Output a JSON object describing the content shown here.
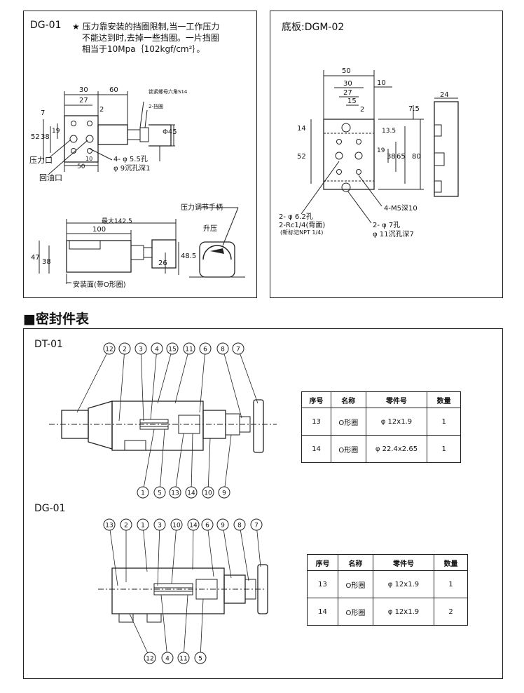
{
  "top_left": {
    "model": "DG-01",
    "note_lines": [
      "★ 压力靠安装的挡圈限制,当一工作压力",
      "不能达到时,去掉一些挡圈。一片挡圈",
      "相当于10Mpa｛102kgf/cm²｝。"
    ],
    "labels": {
      "lock_nut": "锁紧螺母六角S14",
      "retaining_ring": "2-挡圈",
      "holes": "4- φ 5.5孔",
      "counterbore": "φ 9沉孔深1",
      "pressure_port": "压力口",
      "return_port": "回油口",
      "handwheel": "压力调节手柄",
      "raise_pressure": "升压",
      "mount_face": "安装面(带O形圈)",
      "max_len": "最大142.5"
    },
    "dims": [
      "30",
      "60",
      "27",
      "2",
      "7",
      "19",
      "52",
      "38",
      "10",
      "50",
      "Φ45",
      "100",
      "47",
      "38",
      "26",
      "48.5"
    ]
  },
  "top_right": {
    "title": "底板:DGM-02",
    "dims": [
      "50",
      "30",
      "10",
      "27",
      "15",
      "2",
      "7.5",
      "14",
      "13.5",
      "52",
      "19",
      "38",
      "65",
      "80",
      "24"
    ],
    "labels": {
      "holes": "2- φ 6.2孔",
      "rc": "2-Rc1/4(背面)",
      "npt": "(新标记NPT 1/4)",
      "m5": "4-M5深10",
      "holes7": "2- φ 7孔",
      "cb11": "φ 11沉孔深7"
    }
  },
  "section_title": "■密封件表",
  "dt01": {
    "model": "DT-01",
    "balloons_top": [
      "12",
      "2",
      "3",
      "4",
      "15",
      "11",
      "6",
      "8",
      "7"
    ],
    "balloons_bottom": [
      "1",
      "5",
      "13",
      "14",
      "10",
      "9"
    ],
    "table": {
      "headers": [
        "序号",
        "名称",
        "零件号",
        "数量"
      ],
      "rows": [
        [
          "13",
          "O形圈",
          "φ 12x1.9",
          "1"
        ],
        [
          "14",
          "O形圈",
          "φ 22.4x2.65",
          "1"
        ]
      ]
    }
  },
  "dg01": {
    "model": "DG-01",
    "balloons_top": [
      "13",
      "2",
      "1",
      "3",
      "10",
      "14",
      "6",
      "9",
      "8",
      "7"
    ],
    "balloons_bottom": [
      "12",
      "4",
      "11",
      "5"
    ],
    "table": {
      "headers": [
        "序号",
        "名称",
        "零件号",
        "数量"
      ],
      "rows": [
        [
          "13",
          "O形圈",
          "φ 12x1.9",
          "1"
        ],
        [
          "14",
          "O形圈",
          "φ 12x1.9",
          "2"
        ]
      ]
    }
  }
}
